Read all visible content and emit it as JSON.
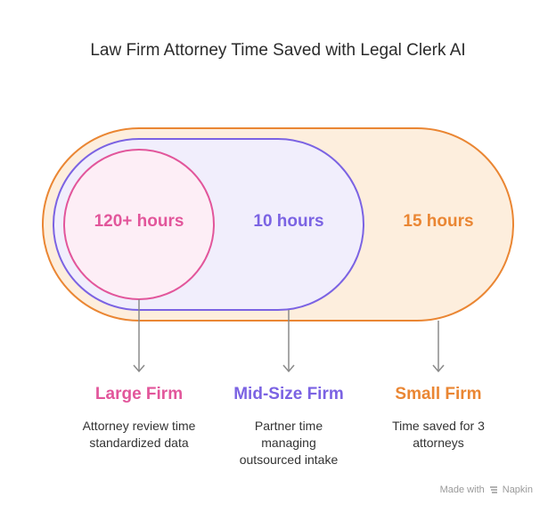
{
  "title": "Law Firm Attorney Time Saved with Legal Clerk AI",
  "colors": {
    "large": "#e2569b",
    "mid": "#7b63e3",
    "small": "#ea8633",
    "large_fill": "#fdeef6",
    "mid_fill": "#f1eefc",
    "small_fill": "#fdeedd"
  },
  "segments": [
    {
      "hours": "120+ hours",
      "name": "Large Firm",
      "description_lines": [
        "Attorney review time",
        "standardized data"
      ]
    },
    {
      "hours": "10 hours",
      "name": "Mid-Size Firm",
      "description_lines": [
        "Partner time",
        "managing",
        "outsourced intake"
      ]
    },
    {
      "hours": "15 hours",
      "name": "Small Firm",
      "description_lines": [
        "Time saved for 3",
        "attorneys"
      ]
    }
  ],
  "footer": {
    "made_with": "Made with",
    "brand": "Napkin"
  }
}
